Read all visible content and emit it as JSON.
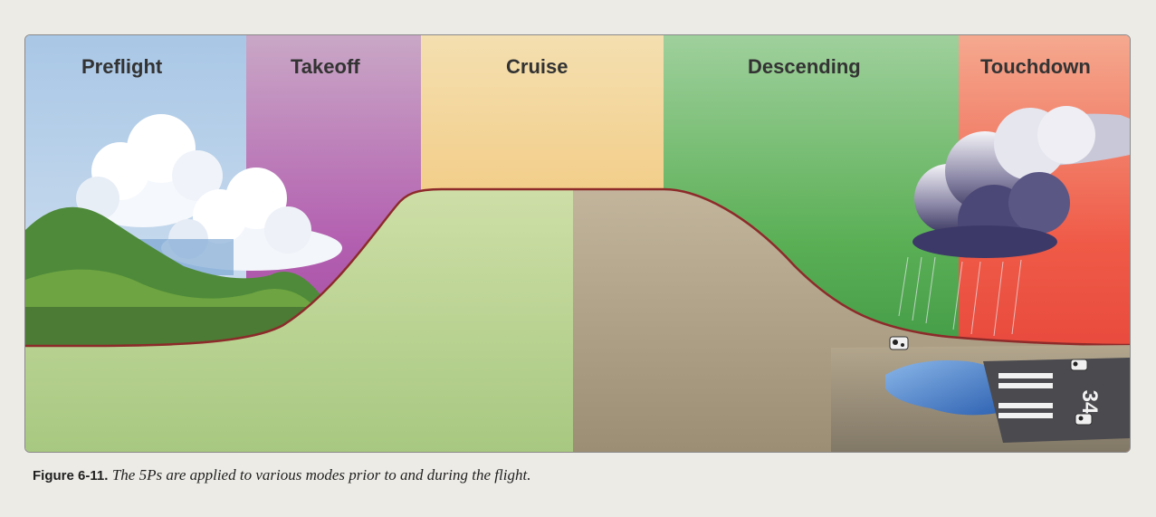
{
  "figure": {
    "phases": [
      {
        "key": "preflight",
        "label": "Preflight",
        "color": "#b9c9da"
      },
      {
        "key": "takeoff",
        "label": "Takeoff",
        "color": "#c070b8"
      },
      {
        "key": "cruise",
        "label": "Cruise",
        "color": "#f2c25a"
      },
      {
        "key": "descending",
        "label": "Descending",
        "color": "#5fae5a"
      },
      {
        "key": "touchdown",
        "label": "Touchdown",
        "color": "#e9564a"
      }
    ],
    "runway_number": "34",
    "terrain_colors": {
      "left": "#b9d590",
      "right": "#b3a58c",
      "profile_line": "#8d2a2a"
    }
  },
  "caption": {
    "label": "Figure 6-11.",
    "text": "The 5Ps are applied to various modes prior to and during the flight."
  }
}
